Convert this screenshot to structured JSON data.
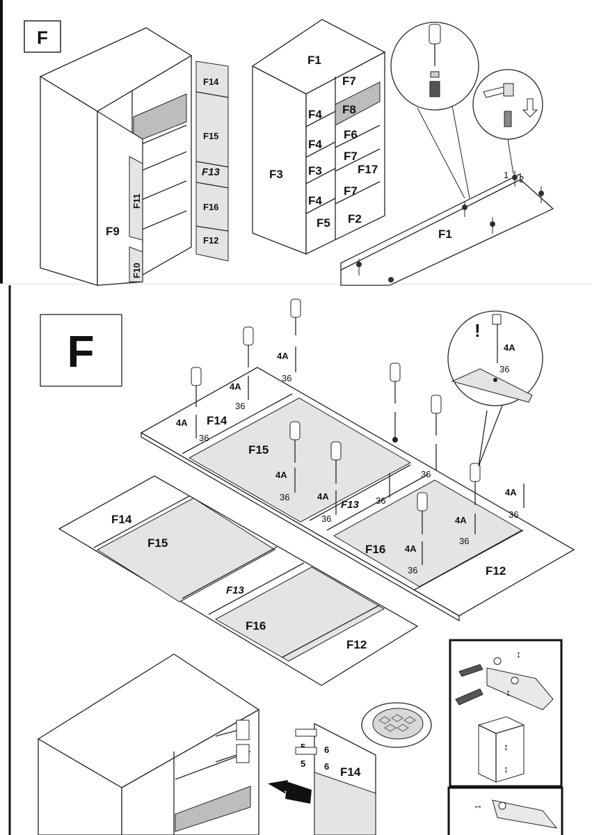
{
  "step_marker_top": "F",
  "step_marker_main": "F",
  "top_overview": {
    "left_cabinet": {
      "side_label": "F9",
      "door_labels": [
        "F11",
        "F10"
      ]
    },
    "door_panel_parts": [
      "F14",
      "F15",
      "F13",
      "F16",
      "F12"
    ],
    "right_cabinet": {
      "top_label": "F1",
      "side_label": "F3",
      "left_column": [
        "F4",
        "F4",
        "F3",
        "F4",
        "F5"
      ],
      "right_column": [
        "F7",
        "F8",
        "F6",
        "F7",
        "F17",
        "F7",
        "F2"
      ]
    },
    "board_label": "F1",
    "hardware_numbers": [
      "1",
      "2"
    ]
  },
  "door_assembly": {
    "upper_labels": [
      "F14",
      "F15",
      "F13",
      "F16",
      "F12"
    ],
    "lower_labels": [
      "F14",
      "F15",
      "F13",
      "F16",
      "F12"
    ],
    "screw_code": "4A",
    "cap_code": "36",
    "warning_mark": "!"
  },
  "hinge_step": {
    "door_label": "F14",
    "hinge_numbers": [
      "5",
      "6",
      "5",
      "6"
    ]
  }
}
